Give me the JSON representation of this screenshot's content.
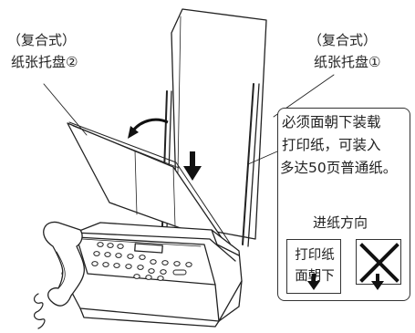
{
  "labels": {
    "tray2_line1": "（复合式）",
    "tray2_line2": "纸张托盘②",
    "tray1_line1": "（复合式）",
    "tray1_line2": "纸张托盘①"
  },
  "note": {
    "lines": [
      "必须面朝下装载",
      "打印纸，可装入",
      "多达50页普通纸。"
    ],
    "direction_title": "进纸方向",
    "correct_line1": "打印纸",
    "correct_line2": "面朝下"
  },
  "icons": [
    "down-arrow-icon",
    "curved-arrow-icon",
    "cross-icon"
  ]
}
